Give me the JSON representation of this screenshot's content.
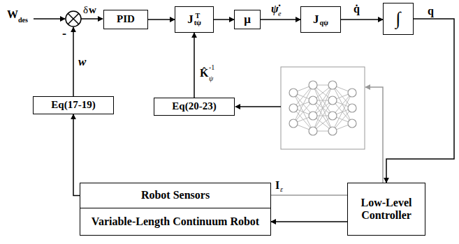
{
  "diagram": {
    "nodes": [
      {
        "text": [
          "PID"
        ]
      },
      {
        "text": [
          "J",
          "T",
          "tψ"
        ]
      },
      {
        "text": [
          "μ"
        ]
      },
      {
        "text": [
          "J",
          "qψ"
        ]
      },
      {
        "text": [
          "∫"
        ]
      },
      {
        "text": [
          "Eq(20-23)"
        ]
      },
      {
        "text": [
          "Eq(17-19)"
        ]
      },
      {
        "text": [
          "Robot Sensors"
        ]
      },
      {
        "text": [
          "Variable-Length Continuum Robot"
        ]
      },
      {
        "text": [
          "Low-Level Controller"
        ]
      }
    ],
    "edges": [
      {
        "from": 0,
        "to": 1,
        "arrow": "to"
      },
      {
        "from": 1,
        "to": 2,
        "arrow": "to"
      },
      {
        "from": 2,
        "to": 3,
        "arrow": "to"
      },
      {
        "from": 3,
        "to": 4,
        "arrow": "to"
      },
      {
        "from": 5,
        "to": 1,
        "arrow": "to"
      },
      {
        "from": 4,
        "to": 9,
        "arrow": "to"
      },
      {
        "from": 9,
        "to": 8,
        "arrow": "to"
      },
      {
        "from": 7,
        "to": 6,
        "arrow": "to"
      }
    ],
    "labels": [
      "W",
      "des",
      "δ",
      "w",
      "-",
      "w",
      "ψ̇",
      "e",
      "q̇",
      "q",
      "K̂",
      "-1",
      "ψ",
      "I",
      "ε"
    ]
  }
}
